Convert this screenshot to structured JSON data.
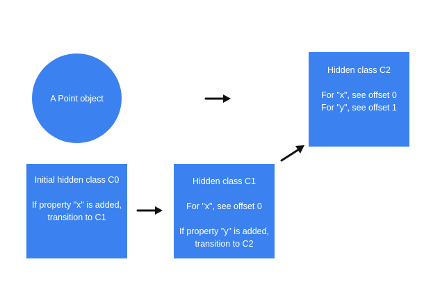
{
  "colors": {
    "shape_fill": "#3b82f0",
    "arrow": "#111111",
    "text": "#ffffff"
  },
  "point_object": {
    "label": "A Point object"
  },
  "class_c0": {
    "title": "Initial hidden class C0",
    "line1": "If property \"x\" is added,",
    "line2": "transition to C1"
  },
  "class_c1": {
    "title": "Hidden class C1",
    "offset_x": "For \"x\", see offset 0",
    "line1": "If property \"y\" is added,",
    "line2": "transition to C2"
  },
  "class_c2": {
    "title": "Hidden class C2",
    "offset_x": "For \"x\", see offset 0",
    "offset_y": "For \"y\", see offset 1"
  },
  "arrows": [
    {
      "name": "arrow-point-to-c2",
      "from": "point-object",
      "to": "class-c2"
    },
    {
      "name": "arrow-c0-to-c1",
      "from": "class-c0",
      "to": "class-c1"
    },
    {
      "name": "arrow-c1-to-c2",
      "from": "class-c1",
      "to": "class-c2"
    }
  ]
}
